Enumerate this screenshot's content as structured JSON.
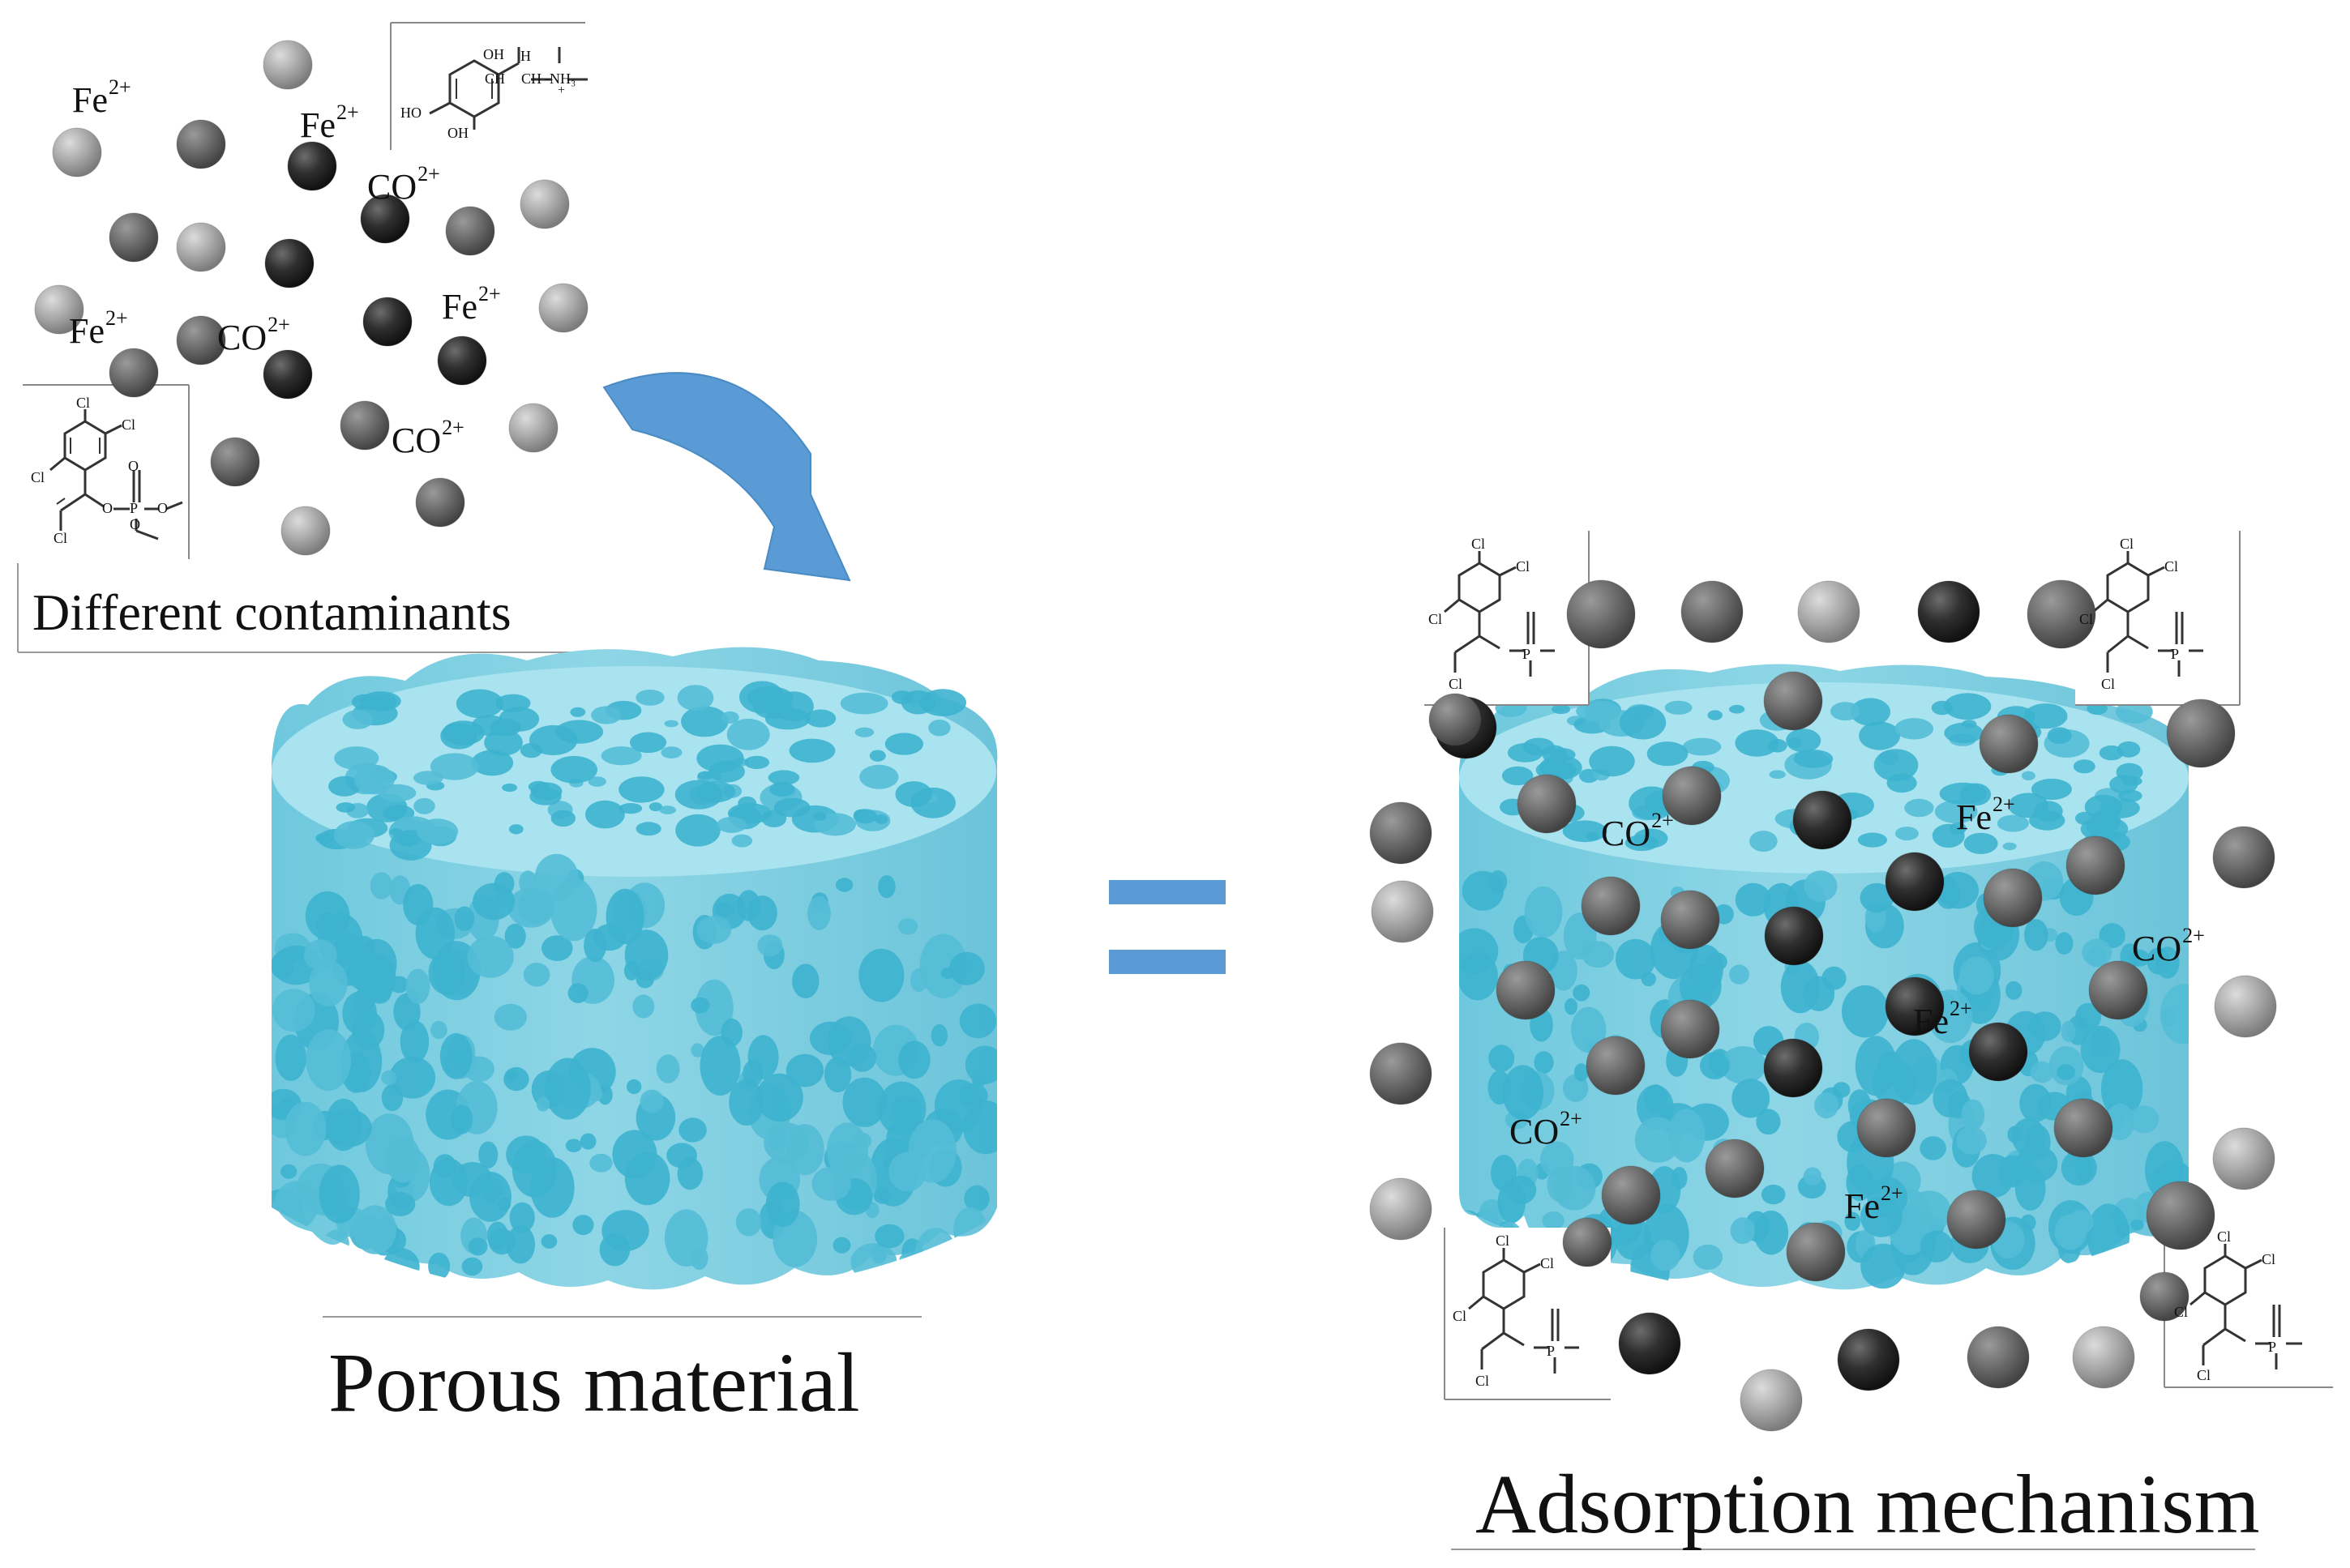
{
  "captions": {
    "contaminants": "Different contaminants",
    "porous": "Porous material",
    "mechanism": "Adsorption mechanism"
  },
  "ions": {
    "fe": {
      "base": "Fe",
      "charge": "2+"
    },
    "co": {
      "base": "CO",
      "charge": "2+"
    }
  },
  "molecule_labels": {
    "cl": "Cl",
    "o": "O",
    "p": "P",
    "oh": "OH",
    "ho": "HO",
    "h": "H",
    "nh3": "NH₃",
    "plus": "+",
    "ch": "CH",
    "ch_dash": "CH –"
  },
  "colors": {
    "sponge_light": "#a9e3ef",
    "sponge_mid": "#7fd0e2",
    "sponge_dark": "#5bbfd6",
    "pore": "#3db3cf",
    "arrow": "#5b9bd5",
    "equals": "#5b9bd5",
    "ball_light": "#a6a6a6",
    "ball_mid": "#6b6b6b",
    "ball_dark": "#2e2e2e"
  },
  "icons": [
    "curved-arrow-icon",
    "equals-sign-icon",
    "sphere-particle-icon",
    "sponge-cylinder-icon"
  ]
}
